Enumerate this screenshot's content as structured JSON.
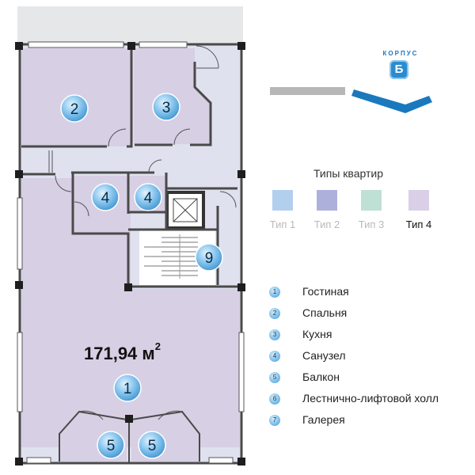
{
  "building": {
    "label": "КОРПУС",
    "letter": "Б"
  },
  "apartment_types": {
    "title": "Типы квартир",
    "items": [
      {
        "label": "Тип 1",
        "color": "#b3cfee",
        "active": false
      },
      {
        "label": "Тип 2",
        "color": "#aeb0dc",
        "active": false
      },
      {
        "label": "Тип 3",
        "color": "#bfe0d4",
        "active": false
      },
      {
        "label": "Тип 4",
        "color": "#d9cfe6",
        "active": true
      }
    ]
  },
  "legend": [
    {
      "num": "1",
      "label": "Гостиная"
    },
    {
      "num": "2",
      "label": "Спальня"
    },
    {
      "num": "3",
      "label": "Кухня"
    },
    {
      "num": "4",
      "label": "Санузел"
    },
    {
      "num": "5",
      "label": "Балкон"
    },
    {
      "num": "6",
      "label": "Лестнично-лифтовой холл"
    },
    {
      "num": "7",
      "label": "Галерея"
    }
  ],
  "area": {
    "value": "171,94 м",
    "unit_sup": "2"
  },
  "room_markers": [
    "2",
    "3",
    "4",
    "4",
    "9",
    "1",
    "5",
    "5"
  ],
  "colors": {
    "room_fill": "#d7cfe4",
    "corridor_fill": "#dfe1ef",
    "wall": "#4a4a4a",
    "accent_blue": "#1a79bd",
    "marker_blue": "#6ab4e6"
  }
}
